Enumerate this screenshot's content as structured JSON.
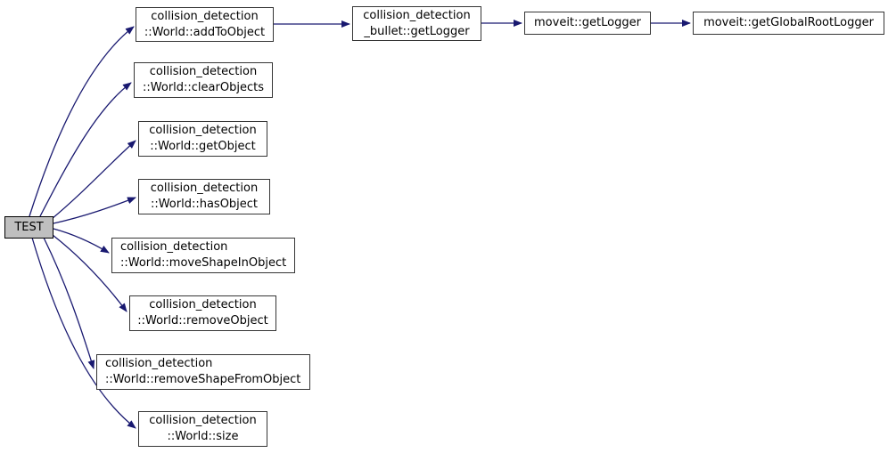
{
  "diagram": {
    "type": "call-graph",
    "colors": {
      "edge": "#191970",
      "node_border": "#353535",
      "node_fill": "#ffffff",
      "root_fill": "#bfbfbf",
      "root_border": "#000000",
      "text": "#000000",
      "background": "#ffffff"
    },
    "nodes": [
      {
        "id": "test",
        "label": "TEST",
        "role": "root"
      },
      {
        "id": "add-to-object",
        "label": "collision_detection\n::World::addToObject"
      },
      {
        "id": "clear-objects",
        "label": "collision_detection\n::World::clearObjects"
      },
      {
        "id": "get-object",
        "label": "collision_detection\n::World::getObject"
      },
      {
        "id": "has-object",
        "label": "collision_detection\n::World::hasObject"
      },
      {
        "id": "move-shape-in-object",
        "label": "collision_detection\n::World::moveShapeInObject"
      },
      {
        "id": "remove-object",
        "label": "collision_detection\n::World::removeObject"
      },
      {
        "id": "remove-shape-from-object",
        "label": "collision_detection\n::World::removeShapeFromObject"
      },
      {
        "id": "size",
        "label": "collision_detection\n::World::size"
      },
      {
        "id": "bullet-get-logger",
        "label": "collision_detection\n_bullet::getLogger"
      },
      {
        "id": "moveit-get-logger",
        "label": "moveit::getLogger"
      },
      {
        "id": "moveit-get-global-root-logger",
        "label": "moveit::getGlobalRootLogger"
      }
    ],
    "edges": [
      {
        "from": "TEST",
        "to": "collision_detection::World::addToObject"
      },
      {
        "from": "TEST",
        "to": "collision_detection::World::clearObjects"
      },
      {
        "from": "TEST",
        "to": "collision_detection::World::getObject"
      },
      {
        "from": "TEST",
        "to": "collision_detection::World::hasObject"
      },
      {
        "from": "TEST",
        "to": "collision_detection::World::moveShapeInObject"
      },
      {
        "from": "TEST",
        "to": "collision_detection::World::removeObject"
      },
      {
        "from": "TEST",
        "to": "collision_detection::World::removeShapeFromObject"
      },
      {
        "from": "TEST",
        "to": "collision_detection::World::size"
      },
      {
        "from": "collision_detection::World::addToObject",
        "to": "collision_detection_bullet::getLogger"
      },
      {
        "from": "collision_detection_bullet::getLogger",
        "to": "moveit::getLogger"
      },
      {
        "from": "moveit::getLogger",
        "to": "moveit::getGlobalRootLogger"
      }
    ]
  }
}
